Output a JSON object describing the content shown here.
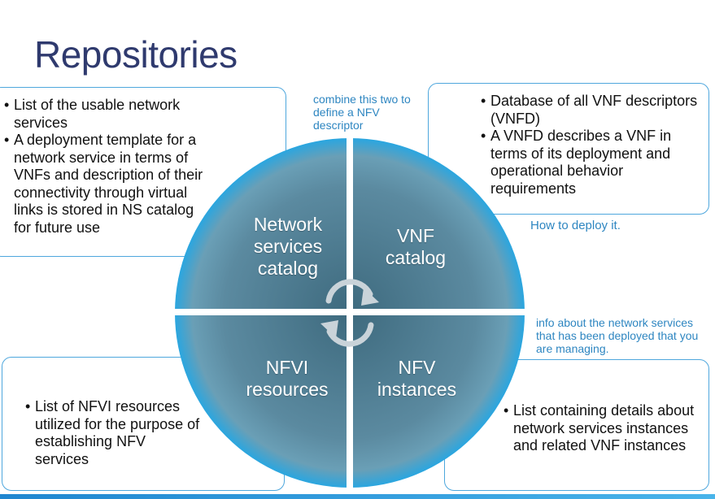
{
  "title": "Repositories",
  "cards": {
    "ns_catalog": {
      "items": [
        "List of the usable network services",
        "A deployment template for a network service in terms of VNFs and description of their connectivity through virtual links is stored in NS catalog for future use"
      ]
    },
    "vnf_catalog": {
      "items": [
        "Database of all VNF descriptors (VNFD)",
        "A VNFD describes a VNF in terms of its deployment and operational behavior requirements"
      ]
    },
    "nfvi_resources": {
      "items": [
        "List of NFVI resources utilized for the purpose of establishing NFV services"
      ]
    },
    "nfv_instances": {
      "items": [
        "List containing details about network services instances and related VNF instances"
      ]
    }
  },
  "notes": {
    "combine": "combine this two to define a NFV descriptor",
    "how_to_deploy": "How to deploy it.",
    "info": "info about the network services that has been deployed that you are managing."
  },
  "quadrants": {
    "top_left": "Network services catalog",
    "top_right": "VNF catalog",
    "bottom_left": "NFVI resources",
    "bottom_right": "NFV instances"
  },
  "colors": {
    "title": "#2f3a6e",
    "accent": "#4ea7dd",
    "note": "#2e86c1",
    "quadrant_dark": "#4f7d92",
    "quadrant_edge": "#2aa6e0"
  },
  "icons": [
    "refresh-arrows-icon"
  ]
}
